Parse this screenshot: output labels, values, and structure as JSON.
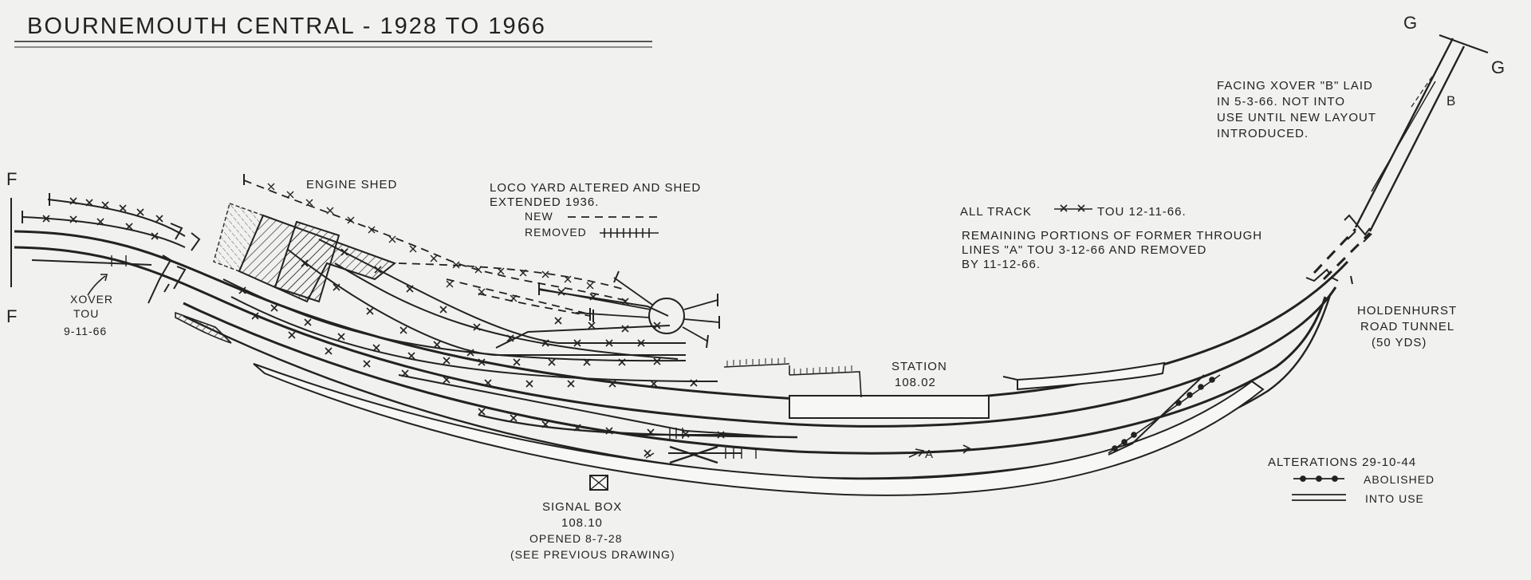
{
  "title": "BOURNEMOUTH CENTRAL - 1928 TO 1966",
  "edge_markers": {
    "west_upper": "F",
    "west_lower": "F",
    "east_upper": "G",
    "east_lower": "G",
    "crossover_b": "B"
  },
  "labels": {
    "engine_shed": "ENGINE SHED",
    "loco_yard_line1": "LOCO YARD ALTERED AND SHED",
    "loco_yard_line2": "EXTENDED 1936.",
    "key_new": "NEW",
    "key_removed": "REMOVED",
    "xover_line1": "XOVER",
    "xover_line2": "TOU",
    "xover_line3": "9-11-66",
    "all_track_prefix": "ALL TRACK",
    "all_track_suffix": "TOU 12-11-66.",
    "remaining_line1": "REMAINING PORTIONS OF FORMER THROUGH",
    "remaining_line2": "LINES \"A\" TOU 3-12-66 AND REMOVED",
    "remaining_line3": "BY 11-12-66.",
    "facing_line1": "FACING XOVER \"B\" LAID",
    "facing_line2": "IN 5-3-66. NOT INTO",
    "facing_line3": "USE UNTIL NEW LAYOUT",
    "facing_line4": "INTRODUCED.",
    "station_name": "STATION",
    "station_mileage": "108.02",
    "tunnel_line1": "HOLDENHURST",
    "tunnel_line2": "ROAD TUNNEL",
    "tunnel_line3": "(50 YDS)",
    "signal_box_name": "SIGNAL BOX",
    "signal_box_mileage": "108.10",
    "signal_box_opened": "OPENED 8-7-28",
    "signal_box_ref": "(SEE PREVIOUS DRAWING)",
    "line_a": "A",
    "alterations_title": "ALTERATIONS 29-10-44",
    "legend_abolished": "ABOLISHED",
    "legend_into_use": "INTO USE"
  },
  "colors": {
    "paper": "#f1f1ef",
    "ink": "#222222"
  }
}
